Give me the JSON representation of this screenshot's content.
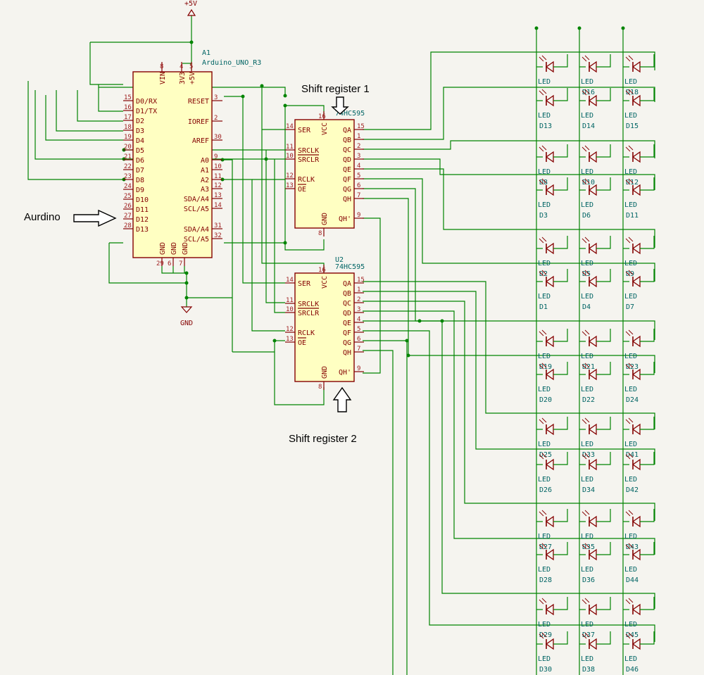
{
  "power": {
    "vcc_label": "+5V",
    "gnd_label": "GND"
  },
  "arduino": {
    "ref": "A1",
    "value": "Arduino_UNO_R3",
    "left_pins": [
      {
        "num": "15",
        "name": "D0/RX"
      },
      {
        "num": "16",
        "name": "D1/TX"
      },
      {
        "num": "17",
        "name": "D2"
      },
      {
        "num": "18",
        "name": "D3"
      },
      {
        "num": "19",
        "name": "D4"
      },
      {
        "num": "20",
        "name": "D5"
      },
      {
        "num": "21",
        "name": "D6"
      },
      {
        "num": "22",
        "name": "D7"
      },
      {
        "num": "23",
        "name": "D8"
      },
      {
        "num": "24",
        "name": "D9"
      },
      {
        "num": "25",
        "name": "D10"
      },
      {
        "num": "26",
        "name": "D11"
      },
      {
        "num": "27",
        "name": "D12"
      },
      {
        "num": "28",
        "name": "D13"
      }
    ],
    "right_pins": [
      {
        "num": "3",
        "name": "RESET"
      },
      {
        "num": "2",
        "name": "IOREF"
      },
      {
        "num": "30",
        "name": "AREF"
      },
      {
        "num": "9",
        "name": "A0"
      },
      {
        "num": "10",
        "name": "A1"
      },
      {
        "num": "11",
        "name": "A2"
      },
      {
        "num": "12",
        "name": "A3"
      },
      {
        "num": "13",
        "name": "SDA/A4"
      },
      {
        "num": "14",
        "name": "SCL/A5"
      },
      {
        "num": "31",
        "name": "SDA/A4"
      },
      {
        "num": "32",
        "name": "SCL/A5"
      }
    ],
    "top_pins": [
      {
        "num": "8",
        "name": "VIN"
      },
      {
        "num": "4",
        "name": "3V3"
      },
      {
        "num": "5",
        "name": "+5V"
      }
    ],
    "bottom_pins": [
      {
        "num": "29",
        "name": "GND"
      },
      {
        "num": "6",
        "name": "GND"
      },
      {
        "num": "7",
        "name": "GND"
      }
    ]
  },
  "shift_registers": [
    {
      "ref": "",
      "value": "74HC595",
      "left_pins": [
        {
          "num": "14",
          "name": "SER"
        },
        {
          "num": "11",
          "name": "SRCLK"
        },
        {
          "num": "10",
          "name": "SRCLR"
        },
        {
          "num": "12",
          "name": "RCLK"
        },
        {
          "num": "13",
          "name": "OE"
        }
      ],
      "right_pins": [
        {
          "num": "15",
          "name": "QA"
        },
        {
          "num": "1",
          "name": "QB"
        },
        {
          "num": "2",
          "name": "QC"
        },
        {
          "num": "3",
          "name": "QD"
        },
        {
          "num": "4",
          "name": "QE"
        },
        {
          "num": "5",
          "name": "QF"
        },
        {
          "num": "6",
          "name": "QG"
        },
        {
          "num": "7",
          "name": "QH"
        },
        {
          "num": "9",
          "name": "QH'"
        }
      ],
      "vcc": {
        "num": "16",
        "name": "VCC"
      },
      "gnd": {
        "num": "8",
        "name": "GND"
      }
    },
    {
      "ref": "U2",
      "value": "74HC595",
      "left_pins": [
        {
          "num": "14",
          "name": "SER"
        },
        {
          "num": "11",
          "name": "SRCLK"
        },
        {
          "num": "10",
          "name": "SRCLR"
        },
        {
          "num": "12",
          "name": "RCLK"
        },
        {
          "num": "13",
          "name": "OE"
        }
      ],
      "right_pins": [
        {
          "num": "15",
          "name": "QA"
        },
        {
          "num": "1",
          "name": "QB"
        },
        {
          "num": "2",
          "name": "QC"
        },
        {
          "num": "3",
          "name": "QD"
        },
        {
          "num": "4",
          "name": "QE"
        },
        {
          "num": "5",
          "name": "QF"
        },
        {
          "num": "6",
          "name": "QG"
        },
        {
          "num": "7",
          "name": "QH"
        },
        {
          "num": "9",
          "name": "QH'"
        }
      ],
      "vcc": {
        "num": "16",
        "name": "VCC"
      },
      "gnd": {
        "num": "8",
        "name": "GND"
      }
    }
  ],
  "annotations": {
    "arduino_label": "Aurdino",
    "sr1_label": "Shift register 1",
    "sr2_label": "Shift register 2"
  },
  "led_value": "LED",
  "led_rows": [
    {
      "upper": [
        "",
        "D16",
        "D18"
      ],
      "lower": [
        "D13",
        "D14",
        "D15"
      ]
    },
    {
      "upper": [
        "D8",
        "D10",
        "D12"
      ],
      "lower": [
        "D3",
        "D6",
        "D11"
      ]
    },
    {
      "upper": [
        "D2",
        "D5",
        "D9"
      ],
      "lower": [
        "D1",
        "D4",
        "D7"
      ]
    },
    {
      "upper": [
        "D19",
        "D21",
        "D23"
      ],
      "lower": [
        "D20",
        "D22",
        "D24"
      ]
    },
    {
      "upper": [
        "D25",
        "D33",
        "D41"
      ],
      "lower": [
        "D26",
        "D34",
        "D42"
      ]
    },
    {
      "upper": [
        "D27",
        "D35",
        "D43"
      ],
      "lower": [
        "D28",
        "D36",
        "D44"
      ]
    },
    {
      "upper": [
        "D29",
        "D37",
        "D45"
      ],
      "lower": [
        "D30",
        "D38",
        "D46"
      ]
    }
  ]
}
